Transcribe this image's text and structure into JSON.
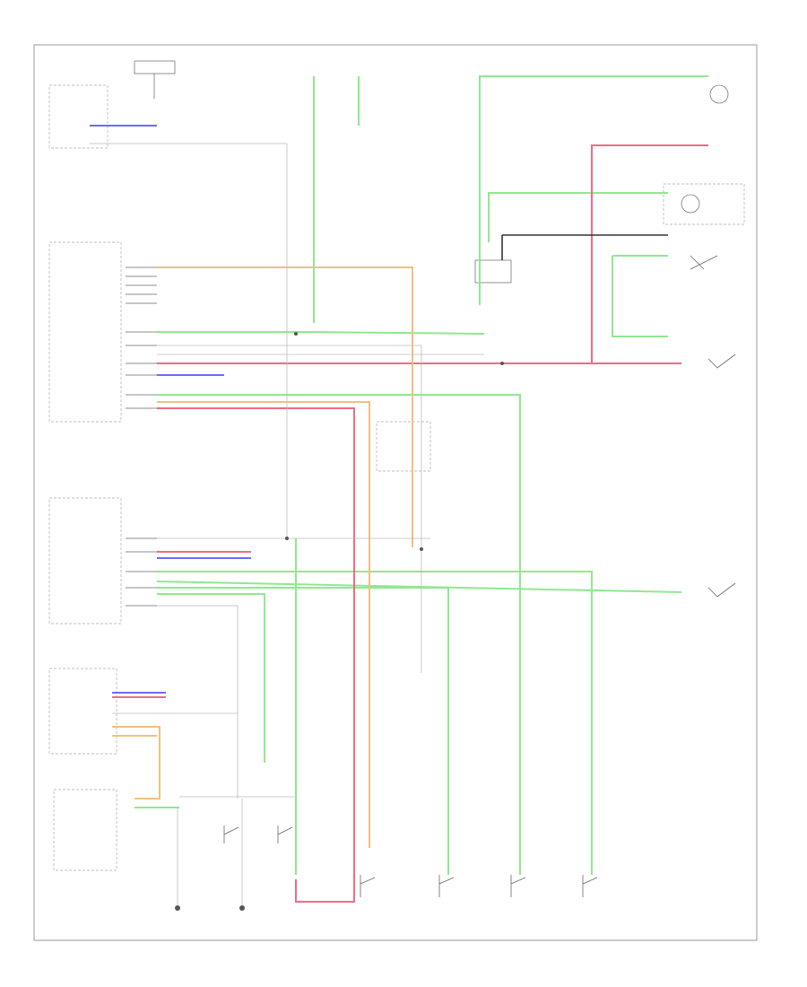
{
  "footer": {
    "code": ""
  },
  "colors": {
    "green": "#8fe88f",
    "red": "#f06b85",
    "orange": "#f0c080",
    "blue": "#6b6bff",
    "gray": "#bbbbbb",
    "black": "#222222",
    "frame": "#999999"
  },
  "wires": {
    "green": "GRN",
    "red": "RED",
    "blue": "BLU",
    "orange": "ORG",
    "gray": "GRY"
  }
}
